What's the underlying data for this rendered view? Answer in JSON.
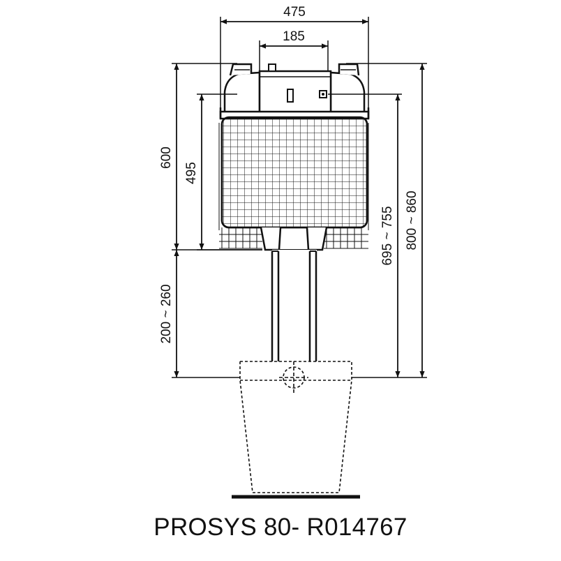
{
  "dimensions": {
    "overall_width": "475",
    "inner_width": "185",
    "height_total": "600",
    "height_tank": "495",
    "pipe_length": "200 ~ 260",
    "height_range_1": "695 ~ 755",
    "height_range_2": "800 ~ 860"
  },
  "caption": "PROSYS 80- R014767",
  "colors": {
    "line": "#111111",
    "background": "#ffffff"
  }
}
